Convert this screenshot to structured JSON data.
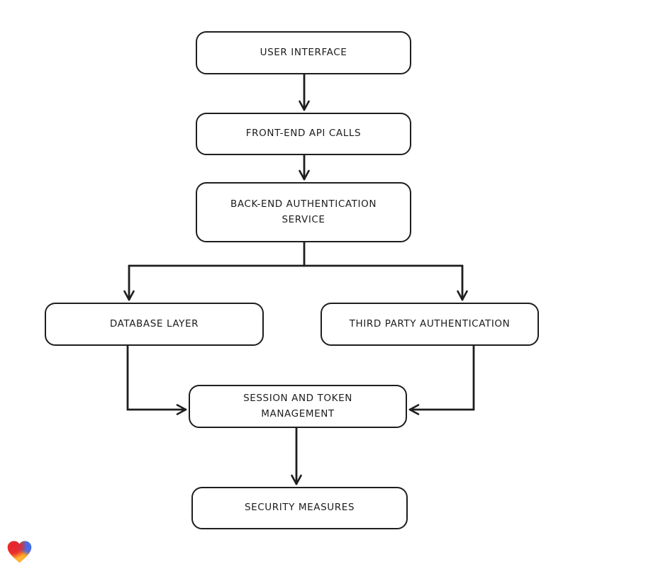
{
  "diagram": {
    "nodes": [
      {
        "id": "user-interface",
        "label": "USER INTERFACE"
      },
      {
        "id": "front-end-api-calls",
        "label": "FRONT-END API CALLS"
      },
      {
        "id": "back-end-authentication-service",
        "label": "BACK-END AUTHENTICATION SERVICE"
      },
      {
        "id": "database-layer",
        "label": "DATABASE LAYER"
      },
      {
        "id": "third-party-authentication",
        "label": "THIRD PARTY AUTHENTICATION"
      },
      {
        "id": "session-and-token-management",
        "label": "SESSION AND TOKEN MANAGEMENT"
      },
      {
        "id": "security-measures",
        "label": "SECURITY MEASURES"
      }
    ],
    "edges": [
      {
        "from": "user-interface",
        "to": "front-end-api-calls"
      },
      {
        "from": "front-end-api-calls",
        "to": "back-end-authentication-service"
      },
      {
        "from": "back-end-authentication-service",
        "to": "database-layer"
      },
      {
        "from": "back-end-authentication-service",
        "to": "third-party-authentication"
      },
      {
        "from": "database-layer",
        "to": "session-and-token-management"
      },
      {
        "from": "third-party-authentication",
        "to": "session-and-token-management"
      },
      {
        "from": "session-and-token-management",
        "to": "security-measures"
      }
    ],
    "colors": {
      "stroke": "#1e1e1e",
      "node_fill": "#ffffff",
      "background": "#ffffff",
      "heart_red": "#e8232f",
      "heart_teal": "#14b4c2",
      "heart_blue": "#3e6af4",
      "heart_orange": "#ff9415",
      "heart_yellow": "#ffc23d"
    },
    "logo": {
      "name": "gradient-heart-logo"
    }
  }
}
